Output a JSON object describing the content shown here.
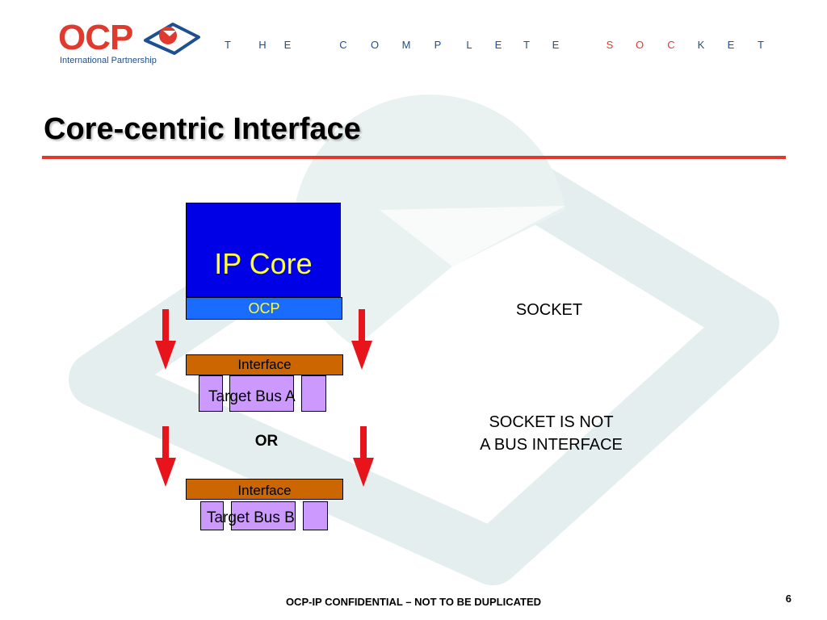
{
  "header": {
    "logo_text": "OCP",
    "logo_subtitle": "International Partnership",
    "tagline_letters": [
      "T",
      "H",
      "E",
      "C",
      "O",
      "M",
      "P",
      "L",
      "E",
      "T",
      "E",
      "S",
      "O",
      "C",
      "K",
      "E",
      "T"
    ],
    "colors": {
      "brand_red": "#e03a2f",
      "brand_blue": "#1d4f91"
    }
  },
  "slide": {
    "title": "Core-centric Interface"
  },
  "diagram": {
    "core_label": "IP Core",
    "ocp_label": "OCP",
    "interface_a_label": "Interface",
    "bus_a_label": "Target Bus A",
    "or_label": "OR",
    "interface_b_label": "Interface",
    "bus_b_label": "Target Bus B",
    "socket_label": "SOCKET",
    "socket_not_line1": "SOCKET IS NOT",
    "socket_not_line2": "A BUS INTERFACE",
    "colors": {
      "core": "#0000e6",
      "ocp_bar": "#1a6cff",
      "core_text": "#ffff33",
      "interface": "#cc6600",
      "bus": "#cc99ff",
      "arrow": "#e8141c"
    }
  },
  "footer": {
    "confidential_text": "OCP-IP CONFIDENTIAL – NOT TO BE DUPLICATED",
    "page_number": "6"
  }
}
